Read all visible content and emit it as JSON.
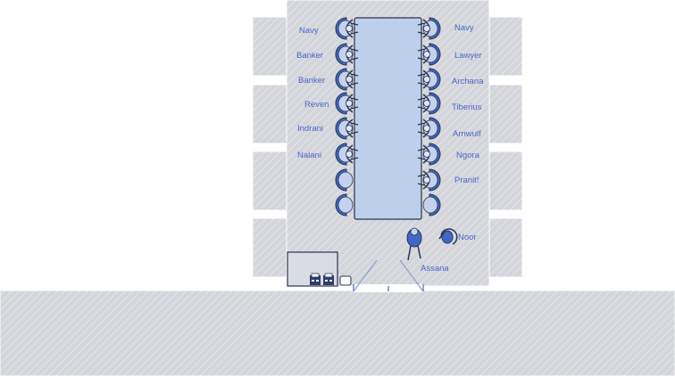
{
  "colors": {
    "floor": "#d3d5da",
    "hatch": "#e6e8ec",
    "table": "#bcd0ec",
    "outline": "#2a3550",
    "chair_outer": "#3f67c6",
    "chair_inner": "#c4d2ee",
    "label": "#4a66c9"
  },
  "left_seats": [
    {
      "label": "Navy",
      "person": true
    },
    {
      "label": "Banker",
      "person": true
    },
    {
      "label": "Banker",
      "person": true
    },
    {
      "label": "Reven",
      "person": true
    },
    {
      "label": "Indrani",
      "person": true
    },
    {
      "label": "Nalani",
      "person": true
    },
    {
      "label": "",
      "person": false
    },
    {
      "label": "",
      "person": false
    }
  ],
  "right_seats": [
    {
      "label": "Navy",
      "person": true
    },
    {
      "label": "Lawyer",
      "person": true
    },
    {
      "label": "Archana",
      "person": true
    },
    {
      "label": "Tiberius",
      "person": true
    },
    {
      "label": "Arnwulf",
      "person": true
    },
    {
      "label": "Ngora",
      "person": true
    },
    {
      "label": "Pranit!",
      "person": true
    },
    {
      "label": "",
      "person": false
    }
  ],
  "standing": [
    {
      "label": "Noor"
    },
    {
      "label": "Assana"
    }
  ]
}
